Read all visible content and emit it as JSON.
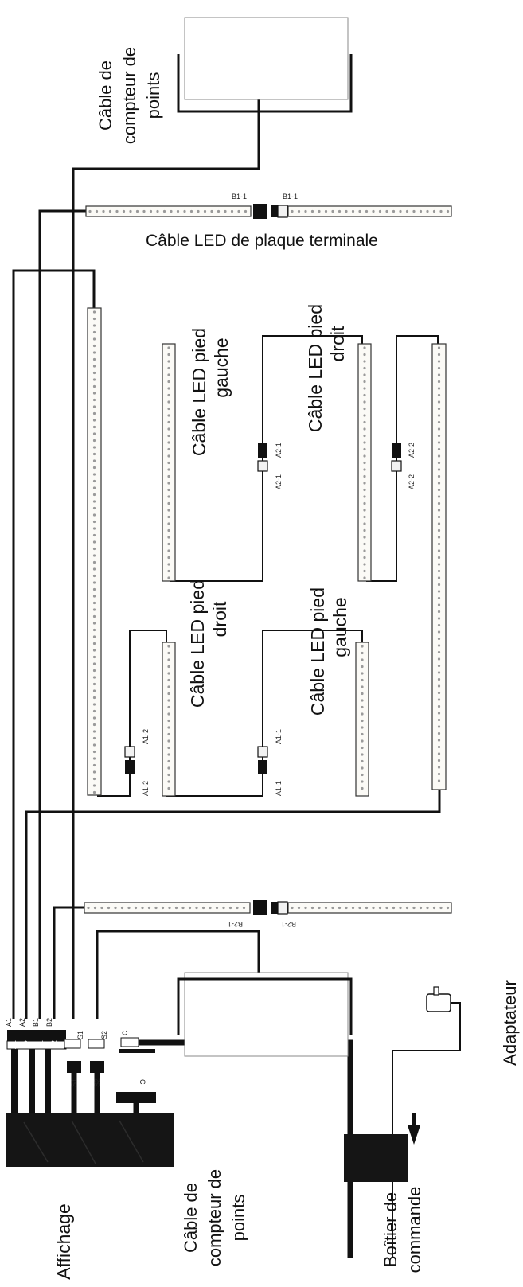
{
  "labels": {
    "cable_compteur_top": [
      "Câble de",
      "compteur de",
      "points"
    ],
    "cable_led_plaque": "Câble LED de plaque terminale",
    "pied_gauche_top": [
      "Câble LED pied",
      "gauche"
    ],
    "pied_droit_top": [
      "Câble LED pied",
      "droit"
    ],
    "pied_droit_bottom": [
      "Câble LED pied",
      "droit"
    ],
    "pied_gauche_bottom": [
      "Câble LED pied",
      "gauche"
    ],
    "adaptateur": "Adaptateur",
    "affichage": "Affichage",
    "cable_compteur_bottom": [
      "Câble de",
      "compteur de",
      "points"
    ],
    "boitier": [
      "Boîtier de",
      "commande"
    ]
  },
  "connectors": {
    "b1_1": "B1-1",
    "b2_1": "B2-1",
    "a1_1": "A1-1",
    "a1_2": "A1-2",
    "a2_1": "A2-1",
    "a2_2": "A2-2",
    "display_ports": [
      "A1",
      "A2",
      "B1",
      "B2",
      "S1",
      "S2"
    ],
    "c": "C"
  }
}
